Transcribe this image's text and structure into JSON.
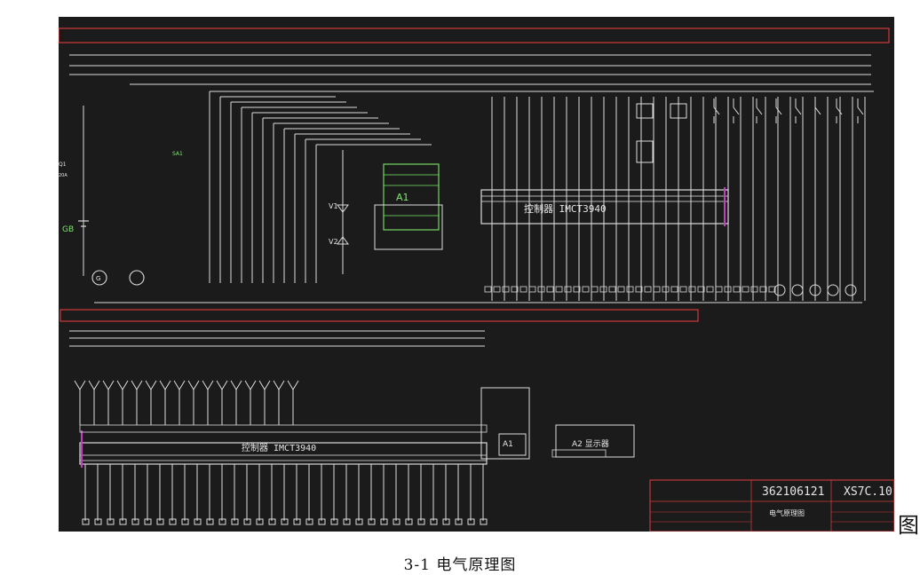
{
  "figure": {
    "caption_glyph": "图",
    "caption": "3-1 电气原理图"
  },
  "diagram": {
    "controller_top": "控制器 IMCT3940",
    "controller_bottom": "控制器 IMCT3940",
    "module_a1_top": "A1",
    "module_a1_bottom": "A1",
    "module_a2": "A2 显示器",
    "v1": "V1",
    "v2": "V2",
    "gb": "GB",
    "q1": "Q1",
    "q1_rating": "20A",
    "g": "G",
    "sa1": "SA1",
    "drawing_number": "362106121",
    "model": "XS7C.10",
    "drawing_title": "电气原理图"
  },
  "colors": {
    "board": "#1b1b1b",
    "wire": "#dcdcdc",
    "label": "#7ce86a",
    "title_bar": "#d23a3a",
    "component": "#8fd4ff"
  }
}
